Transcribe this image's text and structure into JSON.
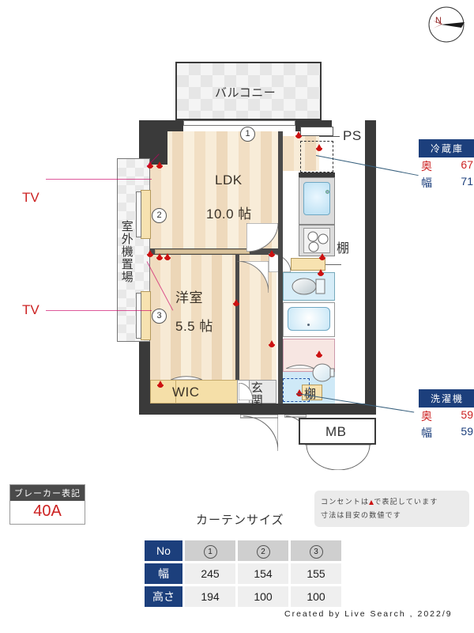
{
  "compass": {
    "label": "N",
    "name": "north-arrow"
  },
  "plan": {
    "balcony_label": "バルコニー",
    "ldk_label": "LDK",
    "ldk_area": "10.0 帖",
    "bedroom_label": "洋室",
    "bedroom_area": "5.5 帖",
    "wic_label": "WIC",
    "genkan_label": "玄関",
    "ps_label": "PS",
    "mb_label": "MB",
    "shelf_label_kitchen": "棚",
    "shelf_label_bath": "棚",
    "outdoor_unit_label": "室外機置場",
    "tv_label_upper": "TV",
    "tv_label_lower": "TV",
    "window_markers": [
      "1",
      "2",
      "3"
    ]
  },
  "appliances": [
    {
      "title": "冷蔵庫",
      "depth_key": "奥",
      "depth_value": "67",
      "width_key": "幅",
      "width_value": "71"
    },
    {
      "title": "洗濯機",
      "depth_key": "奥",
      "depth_value": "59",
      "width_key": "幅",
      "width_value": "59"
    }
  ],
  "breaker": {
    "title": "ブレーカー表記",
    "value": "40A"
  },
  "note": {
    "line1_pre": "コンセントは",
    "line1_post": "で表記しています",
    "line2": "寸法は目安の数値です"
  },
  "curtain": {
    "title": "カーテンサイズ",
    "headers": [
      "No",
      "幅",
      "高さ"
    ],
    "columns": [
      "1",
      "2",
      "3"
    ],
    "width_values": [
      "245",
      "154",
      "155"
    ],
    "height_values": [
      "194",
      "100",
      "100"
    ]
  },
  "credit": "Created by Live Search , 2022/9",
  "colors": {
    "wall": "#3a3a3a",
    "accent_blue": "#1c3f7c",
    "accent_red": "#cc2222",
    "floor": "#f2dfc4",
    "wet_area": "#d7edf8",
    "closet": "#f7e2b0"
  }
}
